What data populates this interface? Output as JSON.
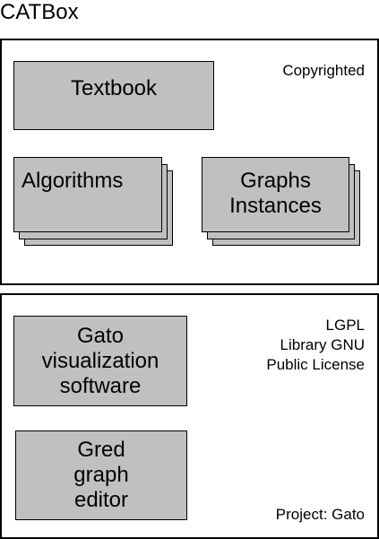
{
  "title": "CATBox",
  "top_panel": {
    "license": "Copyrighted",
    "textbook": "Textbook",
    "algorithms": "Algorithms",
    "graphs": [
      "Graphs",
      "Instances"
    ]
  },
  "bottom_panel": {
    "license": [
      "LGPL",
      "Library GNU",
      "Public License"
    ],
    "gato": [
      "Gato",
      "visualization",
      "software"
    ],
    "gred": [
      "Gred",
      "graph",
      "editor"
    ],
    "project": "Project: Gato"
  }
}
